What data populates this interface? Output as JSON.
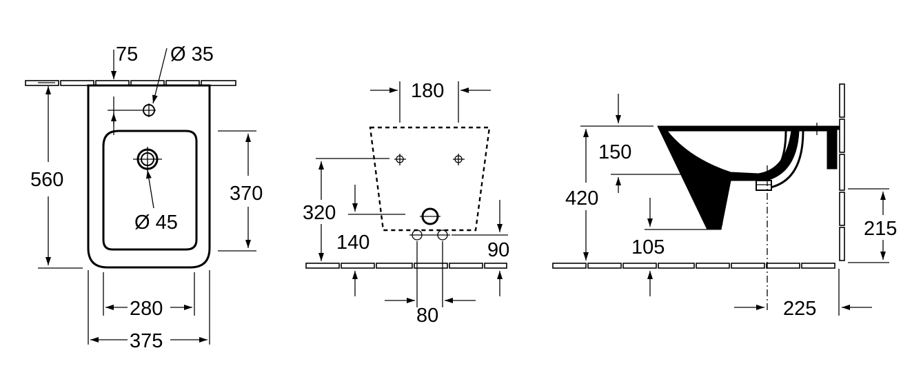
{
  "diagram": {
    "top_view": {
      "dims": {
        "d75": "75",
        "d35": "Ø 35",
        "d560": "560",
        "d370": "370",
        "d45": "Ø 45",
        "d280": "280",
        "d375": "375"
      }
    },
    "rear_view": {
      "dims": {
        "d180": "180",
        "d320": "320",
        "d140": "140",
        "d90": "90",
        "d80": "80"
      }
    },
    "side_view": {
      "dims": {
        "d150": "150",
        "d420": "420",
        "d105": "105",
        "d215": "215",
        "d225": "225"
      }
    }
  }
}
